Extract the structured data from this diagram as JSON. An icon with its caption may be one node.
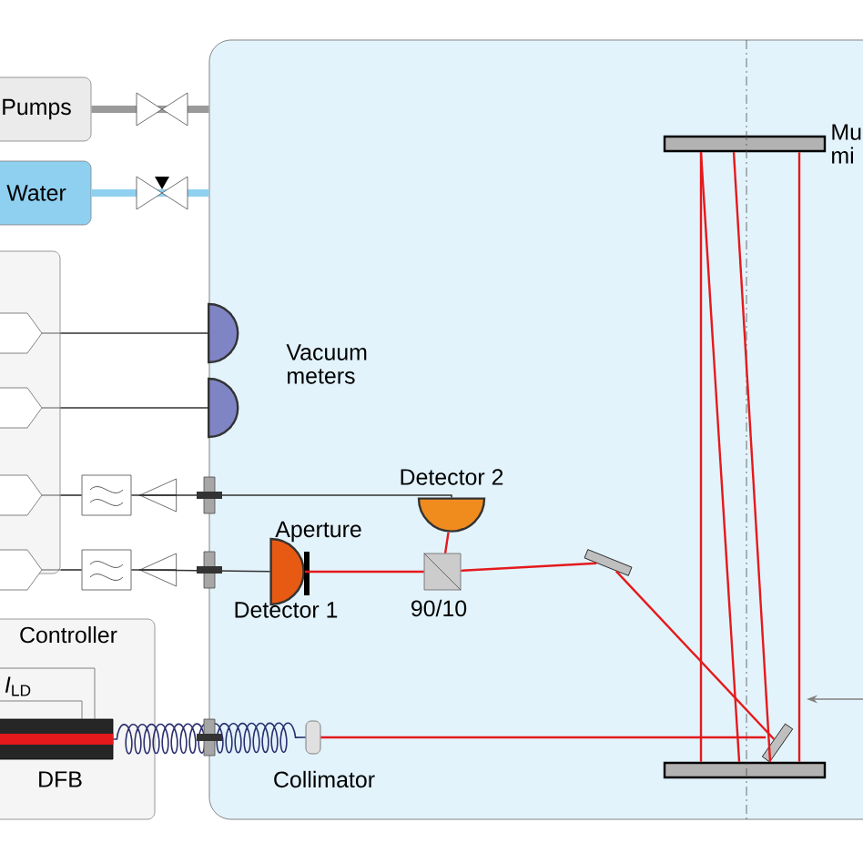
{
  "diagram": {
    "nodes": [
      {
        "text": [],
        "shape": "box"
      },
      {
        "text": [
          "Pumps"
        ]
      },
      {
        "text": [
          "Water"
        ]
      },
      {
        "text": [],
        "shape": "box"
      },
      {
        "text": [],
        "shape": "semicircle",
        "in": 0
      },
      {
        "text": [],
        "shape": "semicircle",
        "in": 0
      },
      {
        "text": [],
        "shape": "semicircle",
        "in": 0,
        "beside": [
          "Detector 2"
        ]
      },
      {
        "text": [],
        "shape": "semicircle",
        "in": 0,
        "beside": [
          "Detector 1"
        ]
      },
      {
        "text": [],
        "shape": "box",
        "in": 0,
        "beside": [
          "90/10"
        ]
      },
      {
        "text": [],
        "shape": "bar",
        "in": 0
      },
      {
        "text": [
          "Controller"
        ]
      },
      {
        "text": [],
        "shape": "cylinder",
        "in": 10,
        "beside": [
          "DFB"
        ]
      },
      {
        "text": [],
        "shape": "cylinder",
        "in": 0,
        "beside": [
          "Collimator"
        ]
      },
      {
        "text": [],
        "shape": "bar",
        "in": 0,
        "beside": [
          "Mu mi"
        ]
      },
      {
        "text": [],
        "shape": "bar",
        "in": 0
      },
      {
        "text": [],
        "shape": "bar",
        "in": 0
      },
      {
        "text": [],
        "shape": "box"
      },
      {
        "text": [],
        "shape": "triangle"
      },
      {
        "text": [],
        "shape": "box"
      },
      {
        "text": [],
        "shape": "triangle"
      }
    ],
    "edges": [
      {
        "from": 1,
        "to": 0,
        "arrow": "none",
        "style": "thick",
        "color": "#9a9a9a"
      },
      {
        "from": 2,
        "to": 0,
        "arrow": "none",
        "style": "thick",
        "color": "#8fd0f0"
      },
      {
        "from": 3,
        "to": 4,
        "arrow": "none",
        "color": "#333333"
      },
      {
        "from": 3,
        "to": 5,
        "arrow": "none",
        "color": "#333333"
      },
      {
        "from": 3,
        "to": 16,
        "arrow": "none",
        "color": "#333333"
      },
      {
        "from": 16,
        "to": 17,
        "arrow": "none",
        "color": "#333333"
      },
      {
        "from": 17,
        "to": 6,
        "arrow": "none",
        "color": "#333333"
      },
      {
        "from": 3,
        "to": 18,
        "arrow": "none",
        "color": "#333333"
      },
      {
        "from": 18,
        "to": 19,
        "arrow": "none",
        "color": "#333333"
      },
      {
        "from": 19,
        "to": 7,
        "arrow": "none",
        "color": "#333333"
      },
      {
        "from": 12,
        "to": 15,
        "arrow": "none",
        "color": "#e41a1c"
      },
      {
        "from": 15,
        "to": 9,
        "arrow": "none",
        "color": "#e41a1c"
      },
      {
        "from": 9,
        "to": 8,
        "arrow": "none",
        "color": "#e41a1c"
      },
      {
        "from": 8,
        "to": 6,
        "arrow": "none",
        "color": "#e41a1c"
      },
      {
        "from": 8,
        "to": 7,
        "arrow": "none",
        "color": "#e41a1c"
      },
      {
        "from": 11,
        "to": 12,
        "arrow": "none",
        "color": "#2b2f6e"
      },
      {
        "from": 13,
        "to": 14,
        "arrow": "none",
        "color": "#e41a1c"
      },
      {
        "from": 13,
        "to": 14,
        "arrow": "none",
        "color": "#e41a1c"
      },
      {
        "from": 13,
        "to": 14,
        "arrow": "none",
        "color": "#e41a1c"
      },
      {
        "from": 13,
        "to": 14,
        "arrow": "none",
        "color": "#e41a1c"
      }
    ],
    "labels": [
      "Vacuum meters",
      "Aperture",
      "*I*$_{LD}$"
    ]
  }
}
